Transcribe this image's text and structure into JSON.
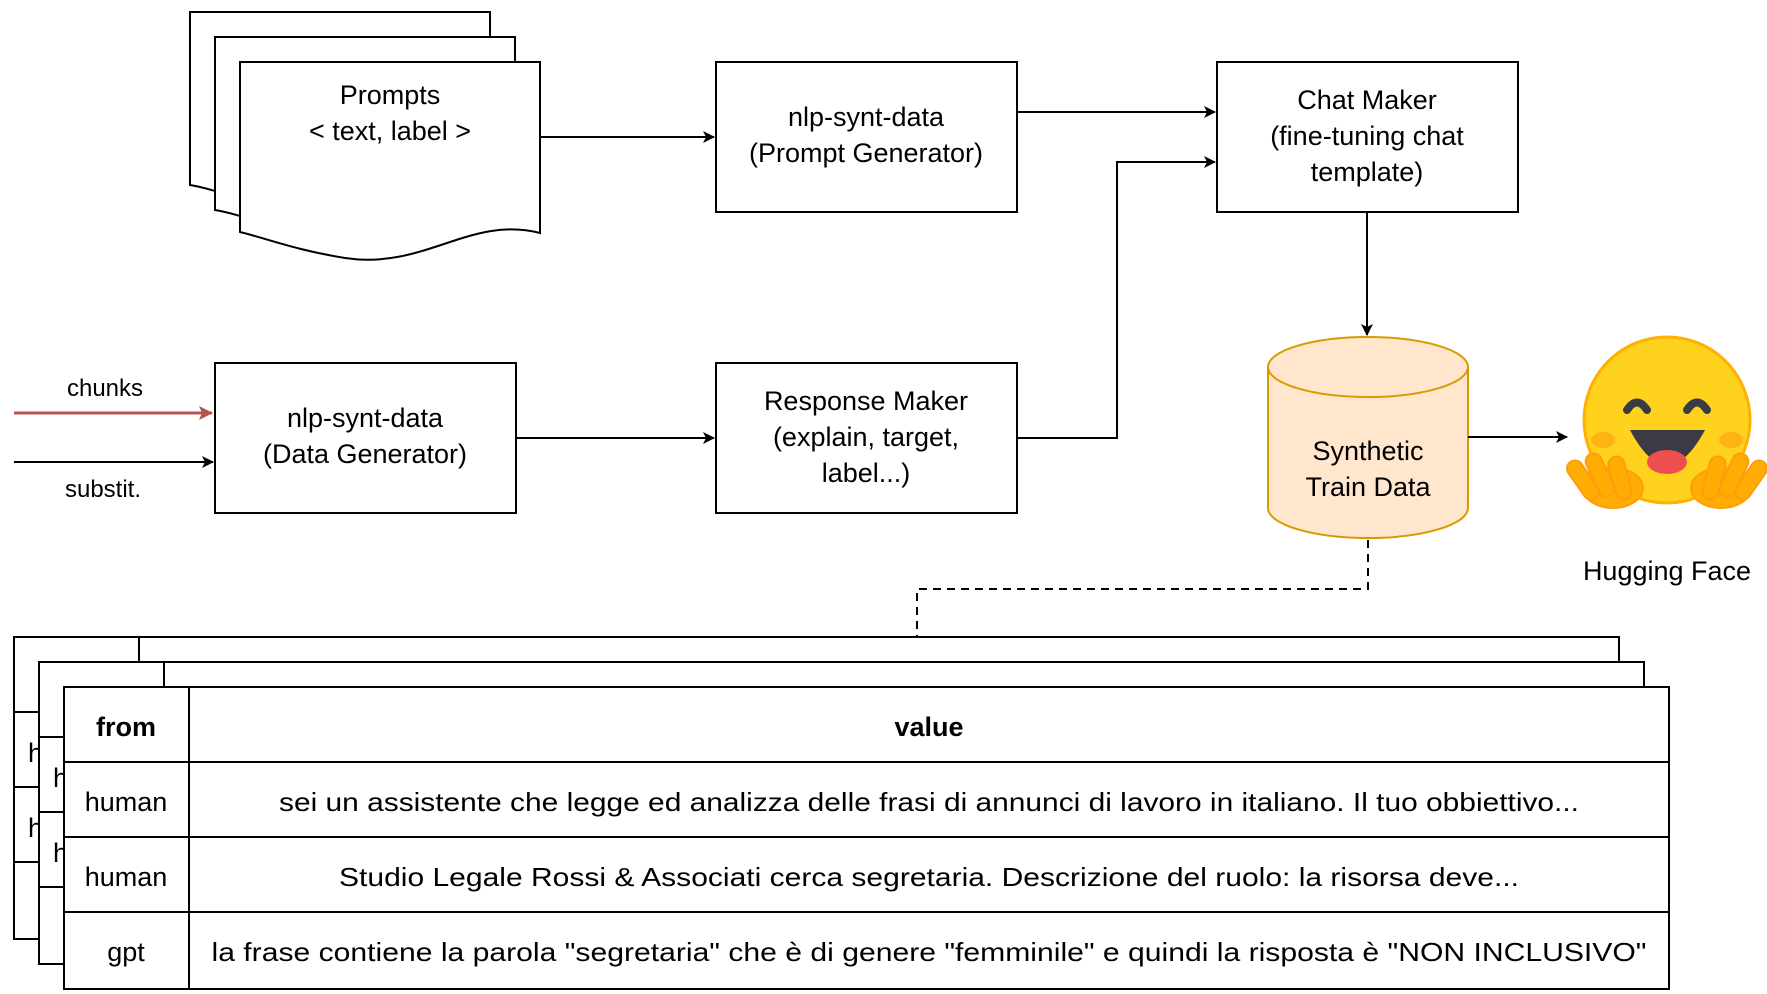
{
  "prompts": {
    "line1": "Prompts",
    "line2": "< text, label >"
  },
  "prompt_generator": {
    "line1": "nlp-synt-data",
    "line2": "(Prompt Generator)"
  },
  "chat_maker": {
    "line1": "Chat Maker",
    "line2": "(fine-tuning chat",
    "line3": "template)"
  },
  "data_generator": {
    "line1": "nlp-synt-data",
    "line2": "(Data Generator)"
  },
  "response_maker": {
    "line1": "Response Maker",
    "line2": "(explain, target,",
    "line3": "label...)"
  },
  "synthetic_data": {
    "line1": "Synthetic",
    "line2": "Train Data",
    "fill": "#ffe6cc",
    "stroke": "#d79b00"
  },
  "inputs": {
    "chunks": "chunks",
    "substit": "substit.",
    "chunks_color": "#b85450"
  },
  "hugging_face": {
    "label": "Hugging Face",
    "icon": "hugging-face-emoji"
  },
  "table": {
    "headers": [
      "from",
      "value"
    ],
    "rows": [
      {
        "from": "human",
        "value": "sei un assistente che legge ed analizza delle frasi di annunci di lavoro in italiano. Il tuo obbiettivo..."
      },
      {
        "from": "human",
        "value": "Studio Legale Rossi & Associati cerca segretaria. Descrizione del ruolo: la risorsa deve..."
      },
      {
        "from": "gpt",
        "value": "la frase contiene la parola \"segretaria\" che è di genere \"femminile\" e quindi la risposta è \"NON INCLUSIVO\""
      }
    ]
  }
}
